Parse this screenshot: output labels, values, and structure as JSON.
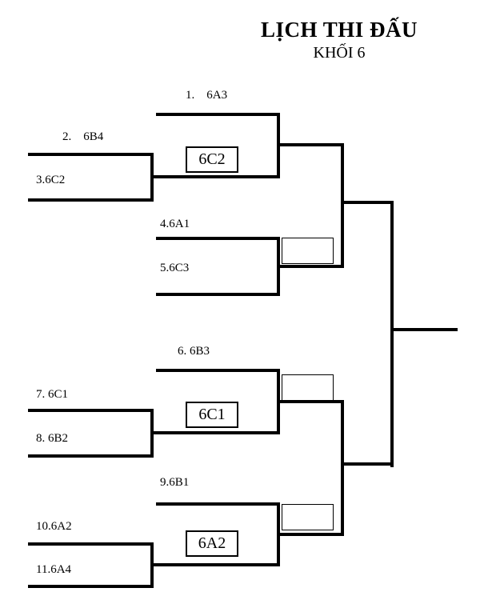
{
  "page": {
    "title": "LỊCH THI ĐẤU",
    "subtitle": "KHỐI 6"
  },
  "bracket": {
    "entries": [
      {
        "label": "1.    6A3"
      },
      {
        "label": "2.    6B4"
      },
      {
        "label": "3.6C2"
      },
      {
        "label": "4.6A1"
      },
      {
        "label": "5.6C3"
      },
      {
        "label": "6. 6B3"
      },
      {
        "label": "7. 6C1"
      },
      {
        "label": "8. 6B2"
      },
      {
        "label": "9.6B1"
      },
      {
        "label": "10.6A2"
      },
      {
        "label": "11.6A4"
      }
    ],
    "winner_boxes": [
      {
        "label": "6C2"
      },
      {
        "label": ""
      },
      {
        "label": "6C1"
      },
      {
        "label": ""
      },
      {
        "label": "6A2"
      },
      {
        "label": ""
      }
    ]
  },
  "colors": {
    "line": "#000000",
    "background": "#ffffff",
    "text": "#000000"
  }
}
